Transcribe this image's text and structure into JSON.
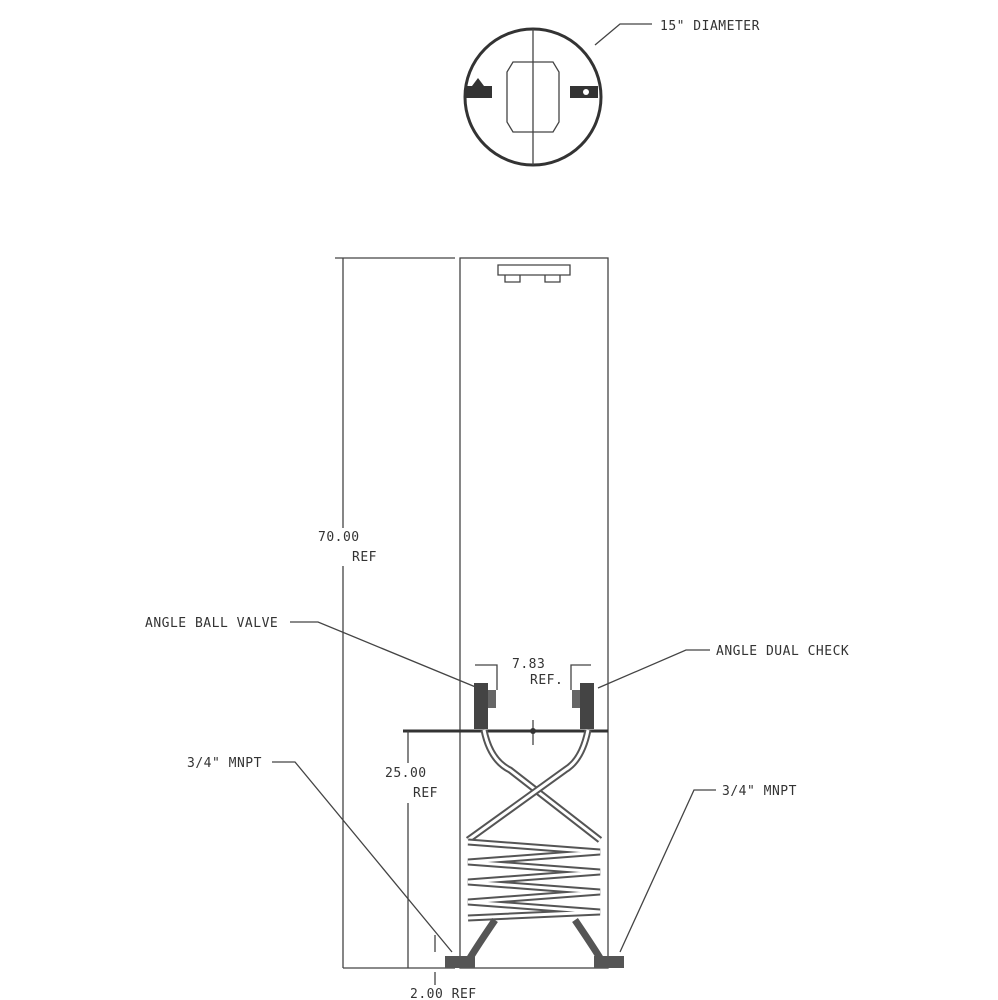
{
  "labels": {
    "diameter": "15\" DIAMETER",
    "height_value": "70.00",
    "height_ref": "REF",
    "ball_valve": "ANGLE BALL VALVE",
    "dual_check": "ANGLE DUAL CHECK",
    "spacing_value": "7.83",
    "spacing_ref": "REF.",
    "mnpt_left": "3/4\" MNPT",
    "mnpt_right": "3/4\" MNPT",
    "inlet_height_value": "25.00",
    "inlet_height_ref": "REF",
    "base_ref": "2.00 REF"
  }
}
